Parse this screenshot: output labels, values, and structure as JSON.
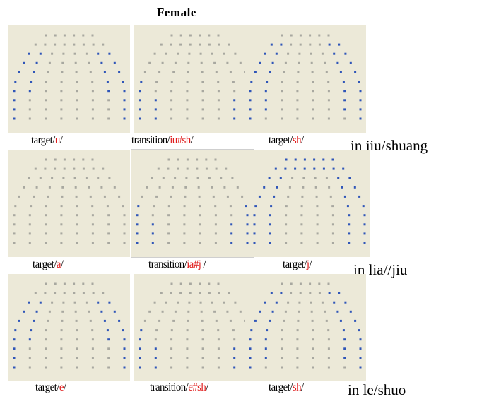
{
  "title": "Female",
  "rows": [
    {
      "label": "in jiu/shuang",
      "panels": [
        {
          "pre": "target/",
          "hl": "u",
          "post": "/",
          "pattern": 1
        },
        {
          "pre": "transition/",
          "hl": "iu#sh",
          "post": "/",
          "pattern": 2
        },
        {
          "pre": "target/",
          "hl": "sh",
          "post": "/",
          "pattern": 3
        }
      ]
    },
    {
      "label": "in lia//jiu",
      "panels": [
        {
          "pre": "target/",
          "hl": "a",
          "post": "/",
          "pattern": 0
        },
        {
          "pre": "transition/",
          "hl": "ia#j",
          "post": " /",
          "pattern": 2
        },
        {
          "pre": "target/",
          "hl": "j",
          "post": "/",
          "pattern": 4
        }
      ]
    },
    {
      "label": "in le/shuo",
      "panels": [
        {
          "pre": "target/",
          "hl": "e",
          "post": "/",
          "pattern": 1
        },
        {
          "pre": "transition/",
          "hl": "e#sh",
          "post": "/",
          "pattern": 2
        },
        {
          "pre": "target/",
          "hl": "sh",
          "post": "/",
          "pattern": 3
        }
      ]
    }
  ],
  "colors": {
    "panel": "#ece9d8",
    "gray_dot": "#a8a8a0",
    "blue_dot": "#2f55b8",
    "highlight": "#e01b1b"
  }
}
